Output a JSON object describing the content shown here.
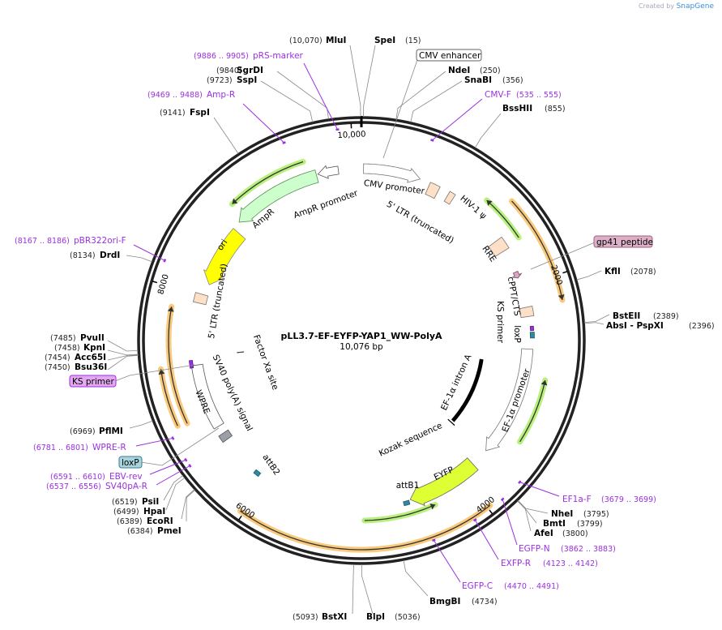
{
  "app": {
    "credit_prefix": "Created by",
    "credit_brand": "SnapGene"
  },
  "plasmid": {
    "name": "pLL3.7-EF-EYFP-YAP1_WW-PolyA",
    "length_label": "10,076 bp",
    "length_bp": 10076
  },
  "ticks": [
    "2000",
    "4000",
    "6000",
    "8000",
    "10,000"
  ],
  "tick_values": [
    2000,
    4000,
    6000,
    8000,
    10000
  ],
  "sites": [
    {
      "name": "MluI",
      "pos": "(10,070)",
      "bp": 10070
    },
    {
      "name": "SpeI",
      "pos": "(15)",
      "bp": 15
    },
    {
      "name": "NdeI",
      "pos": "(250)",
      "bp": 250
    },
    {
      "name": "SnaBI",
      "pos": "(356)",
      "bp": 356
    },
    {
      "name": "BssHII",
      "pos": "(855)",
      "bp": 855
    },
    {
      "name": "SgrDI",
      "pos": "(9840)",
      "bp": 9840
    },
    {
      "name": "SspI",
      "pos": "(9723)",
      "bp": 9723
    },
    {
      "name": "FspI",
      "pos": "(9141)",
      "bp": 9141
    },
    {
      "name": "DrdI",
      "pos": "(8134)",
      "bp": 8134
    },
    {
      "name": "PvuII",
      "pos": "(7485)",
      "bp": 7485
    },
    {
      "name": "KpnI",
      "pos": "(7458)",
      "bp": 7458
    },
    {
      "name": "Acc65I",
      "pos": "(7454)",
      "bp": 7454
    },
    {
      "name": "Bsu36I",
      "pos": "(7450)",
      "bp": 7450
    },
    {
      "name": "PflMI",
      "pos": "(6969)",
      "bp": 6969
    },
    {
      "name": "PsiI",
      "pos": "(6519)",
      "bp": 6519
    },
    {
      "name": "HpaI",
      "pos": "(6499)",
      "bp": 6499
    },
    {
      "name": "EcoRI",
      "pos": "(6389)",
      "bp": 6389
    },
    {
      "name": "PmeI",
      "pos": "(6384)",
      "bp": 6384
    },
    {
      "name": "BstXI",
      "pos": "(5093)",
      "bp": 5093
    },
    {
      "name": "BlpI",
      "pos": "(5036)",
      "bp": 5036
    },
    {
      "name": "BmgBI",
      "pos": "(4734)",
      "bp": 4734
    },
    {
      "name": "AfeI",
      "pos": "(3800)",
      "bp": 3800
    },
    {
      "name": "BmtI",
      "pos": "(3799)",
      "bp": 3799
    },
    {
      "name": "NheI",
      "pos": "(3795)",
      "bp": 3795
    },
    {
      "name": "KflI",
      "pos": "(2078)",
      "bp": 2078
    },
    {
      "name": "BstEII",
      "pos": "(2389)",
      "bp": 2389
    },
    {
      "name": "AbsI  - PspXI",
      "pos": "(2396)",
      "bp": 2396
    }
  ],
  "primers": [
    {
      "name": "pRS-marker",
      "range": "(9886 .. 9905)",
      "bp": 9895
    },
    {
      "name": "Amp-R",
      "range": "(9469 .. 9488)",
      "bp": 9478
    },
    {
      "name": "CMV-F",
      "range": "(535 .. 555)",
      "bp": 545
    },
    {
      "name": "pBR322ori-F",
      "range": "(8167 .. 8186)",
      "bp": 8176
    },
    {
      "name": "WPRE-R",
      "range": "(6781 .. 6801)",
      "bp": 6791
    },
    {
      "name": "EBV-rev",
      "range": "(6591 .. 6610)",
      "bp": 6600
    },
    {
      "name": "SV40pA-R",
      "range": "(6537 .. 6556)",
      "bp": 6546
    },
    {
      "name": "EF1a-F",
      "range": "(3679 .. 3699)",
      "bp": 3689
    },
    {
      "name": "EGFP-N",
      "range": "(3862 .. 3883)",
      "bp": 3872
    },
    {
      "name": "EXFP-R",
      "range": "(4123 .. 4142)",
      "bp": 4132
    },
    {
      "name": "EGFP-C",
      "range": "(4470 .. 4491)",
      "bp": 4480
    }
  ],
  "boxed_labels": [
    "CMV enhancer",
    "KS primer",
    "loxP",
    "gp41 peptide"
  ],
  "features": [
    {
      "name": "CMV promoter",
      "start": 20,
      "end": 560,
      "dir": 1,
      "color": "#ffffff"
    },
    {
      "name": "5' LTR (truncated)",
      "start": 660,
      "end": 760,
      "dir": 0,
      "color": "#fde0c5"
    },
    {
      "name": "HIV-1 ψ",
      "start": 860,
      "end": 920,
      "dir": 0,
      "color": "#fde0c5"
    },
    {
      "name": "RRE",
      "start": 1500,
      "end": 1620,
      "dir": 0,
      "color": "#fde0c5"
    },
    {
      "name": "gp41 peptide",
      "start": 1850,
      "end": 1910,
      "dir": 1,
      "color": "#d8a6c4"
    },
    {
      "name": "cPPT/CTS",
      "start": 2200,
      "end": 2290,
      "dir": 0,
      "color": "#fde0c5"
    },
    {
      "name": "KS primer",
      "start": 2385,
      "end": 2425,
      "dir": 0,
      "color": "#9b30e0"
    },
    {
      "name": "loxP",
      "start": 2440,
      "end": 2495,
      "dir": 0,
      "color": "#2f8aa0"
    },
    {
      "name": "EF-1α promoter",
      "start": 2600,
      "end": 3680,
      "dir": 1,
      "color": "#ffffff"
    },
    {
      "name": "EF-1α intron A",
      "start": 2770,
      "end": 3670,
      "dir": 0,
      "color": "#000000"
    },
    {
      "name": "Kozak sequence",
      "start": 3700,
      "end": 3705,
      "dir": 0,
      "color": "#000000"
    },
    {
      "name": "EYFP",
      "start": 3860,
      "end": 4560,
      "dir": 1,
      "color": "#ddff33"
    },
    {
      "name": "attB1",
      "start": 4575,
      "end": 4630,
      "dir": 0,
      "color": "#2f8aa0"
    },
    {
      "name": "attB2",
      "start": 6080,
      "end": 6135,
      "dir": 0,
      "color": "#2f8aa0"
    },
    {
      "name": "",
      "start": 6540,
      "end": 6610,
      "dir": 0,
      "color": "#9aa0a6"
    },
    {
      "name": "WPRE",
      "start": 6690,
      "end": 7320,
      "dir": 0,
      "color": "#ffffff"
    },
    {
      "name": "SV40 poly(A) signal",
      "start": 7300,
      "end": 7370,
      "dir": 0,
      "color": "#9b30e0"
    },
    {
      "name": "Factor Xa site",
      "start": 7400,
      "end": 7405,
      "dir": 0,
      "color": "#444444"
    },
    {
      "name": "5' LTR (truncated)",
      "start": 7920,
      "end": 8010,
      "dir": 0,
      "color": "#fde0c5"
    },
    {
      "name": "ori",
      "start": 8120,
      "end": 8710,
      "dir": -1,
      "color": "#ffff00"
    },
    {
      "name": "AmpR",
      "start": 8790,
      "end": 9650,
      "dir": -1,
      "color": "#ccffcc"
    },
    {
      "name": "AmpR promoter",
      "start": 9665,
      "end": 9860,
      "dir": -1,
      "color": "#ffffff"
    }
  ],
  "orfs": [
    {
      "start": 1320,
      "end": 2200,
      "dir": 1,
      "color": "#f9c97c"
    },
    {
      "start": 3975,
      "end": 6030,
      "dir": 0,
      "color": "#f9c97c"
    },
    {
      "start": 6845,
      "end": 7840,
      "dir": 1,
      "color": "#f9c97c"
    },
    {
      "start": 6860,
      "end": 7330,
      "dir": 1,
      "color": "#f9c97c"
    },
    {
      "start": 1170,
      "end": 1590,
      "dir": -1,
      "color": "#b7f07a"
    },
    {
      "start": 2860,
      "end": 3430,
      "dir": -1,
      "color": "#b7f07a"
    },
    {
      "start": 4360,
      "end": 5010,
      "dir": -1,
      "color": "#b7f07a"
    },
    {
      "start": 8860,
      "end": 9570,
      "dir": -1,
      "color": "#b7f07a"
    }
  ]
}
